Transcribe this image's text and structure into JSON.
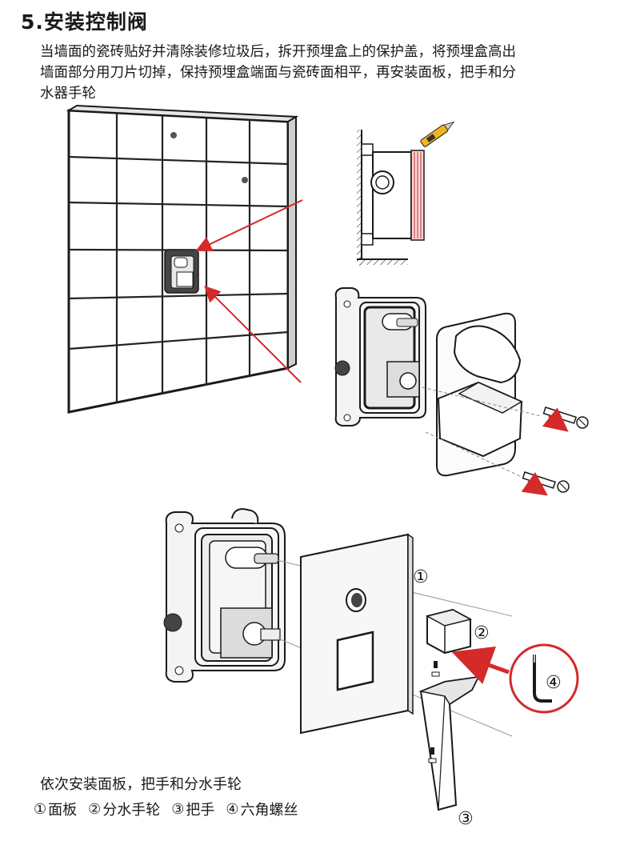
{
  "title": "5.安装控制阀",
  "intro": [
    "当墙面的瓷砖贴好并清除装修垃圾后，拆开预埋盒上的保护盖，将预埋盒高出",
    "墙面部分用刀片切掉，保持预埋盒端面与瓷砖面相平，再安装面板，把手和分",
    "水器手轮"
  ],
  "callouts": {
    "c1": "①",
    "c2": "②",
    "c3": "③",
    "c4": "④"
  },
  "caption": "依次安装面板，把手和分水手轮",
  "legend": [
    {
      "num": "①",
      "label": "面板"
    },
    {
      "num": "②",
      "label": "分水手轮"
    },
    {
      "num": "③",
      "label": "把手"
    },
    {
      "num": "④",
      "label": "六角螺丝"
    }
  ],
  "colors": {
    "line": "#1a1a1a",
    "accent": "#d42a2a",
    "tile_grout": "#222222",
    "knife_yellow": "#f2b51c"
  }
}
